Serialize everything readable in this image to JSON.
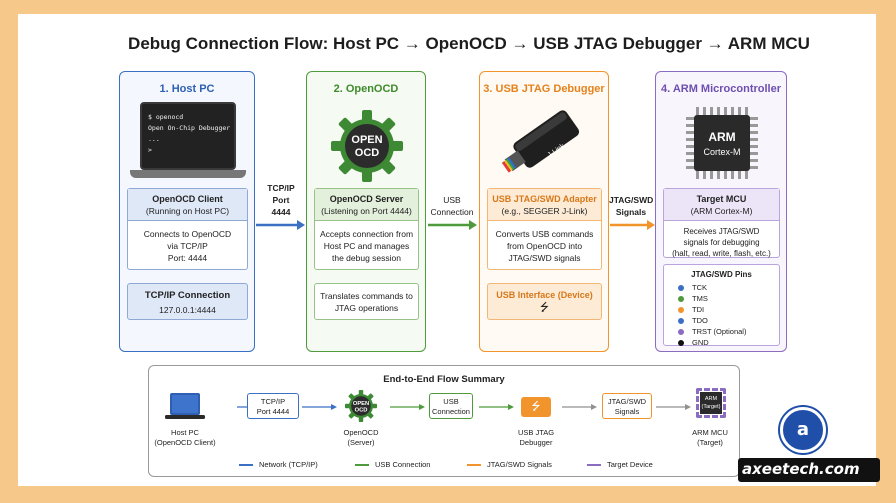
{
  "title": "Debug Connection Flow: Host PC → OpenOCD → USB JTAG Debugger → ARM MCU",
  "colors": {
    "blue": "#3b6fc4",
    "green": "#4f9a3c",
    "orange": "#f0942b",
    "purple": "#8a6cc0",
    "background": "#f6c98a"
  },
  "columns": {
    "host": {
      "title": "1. Host PC",
      "terminal": [
        "$ openocd",
        "Open On-Chip Debugger",
        "...",
        ">"
      ],
      "client_title": "OpenOCD Client",
      "client_sub": "(Running on Host PC)",
      "client_desc": [
        "Connects to OpenOCD",
        "via TCP/IP",
        "Port: 4444"
      ],
      "tcp_title": "TCP/IP Connection",
      "tcp_value": "127.0.0.1:4444"
    },
    "openocd": {
      "title": "2. OpenOCD",
      "logo_top": "OPEN",
      "logo_bottom": "OCD",
      "server_title": "OpenOCD Server",
      "server_sub": "(Listening on Port 4444)",
      "server_desc": [
        "Accepts connection from",
        "Host PC and manages",
        "the debug session"
      ],
      "translate_desc": [
        "Translates commands to",
        "JTAG operations"
      ]
    },
    "jtag": {
      "title": "3. USB JTAG Debugger",
      "device_label": "J-Link",
      "adapter_title": "USB JTAG/SWD Adapter",
      "adapter_sub": "(e.g., SEGGER J-Link)",
      "adapter_desc": [
        "Converts USB commands",
        "from OpenOCD into",
        "JTAG/SWD signals"
      ],
      "usb_title": "USB Interface (Device)",
      "usb_icon": "usb-icon"
    },
    "mcu": {
      "title": "4. ARM Microcontroller",
      "chip_top": "ARM",
      "chip_bottom": "Cortex-M",
      "target_title": "Target MCU",
      "target_sub": "(ARM Cortex-M)",
      "target_desc": [
        "Receives JTAG/SWD",
        "signals for debugging",
        "(halt, read, write, flash, etc.)"
      ],
      "pins_title": "JTAG/SWD Pins",
      "pins": [
        {
          "name": "TCK",
          "color": "#3b6fc4"
        },
        {
          "name": "TMS",
          "color": "#4f9a3c"
        },
        {
          "name": "TDI",
          "color": "#f0942b"
        },
        {
          "name": "TDO",
          "color": "#3b6fc4"
        },
        {
          "name": "TRST (Optional)",
          "color": "#8a6cc0"
        },
        {
          "name": "GND",
          "color": "#111111"
        }
      ]
    }
  },
  "connectors": {
    "tcp": [
      "TCP/IP",
      "Port",
      "4444"
    ],
    "usb": [
      "USB",
      "Connection"
    ],
    "jtag": [
      "JTAG/SWD",
      "Signals"
    ]
  },
  "summary": {
    "title": "End-to-End Flow Summary",
    "host_label": [
      "Host PC",
      "(OpenOCD Client)"
    ],
    "tcp_box": [
      "TCP/IP",
      "Port 4444"
    ],
    "openocd_logo": [
      "OPEN",
      "OCD"
    ],
    "openocd_label": [
      "OpenOCD",
      "(Server)"
    ],
    "usb_box": [
      "USB",
      "Connection"
    ],
    "usb_label": [
      "USB JTAG",
      "Debugger"
    ],
    "jtag_box": [
      "JTAG/SWD",
      "Signals"
    ],
    "mcu_chip": [
      "ARM",
      "(Target)"
    ],
    "mcu_label": [
      "ARM MCU",
      "(Target)"
    ],
    "legend": [
      "Network (TCP/IP)",
      "USB Connection",
      "JTAG/SWD Signals",
      "Target Device"
    ]
  },
  "watermark": "axeetech.com"
}
